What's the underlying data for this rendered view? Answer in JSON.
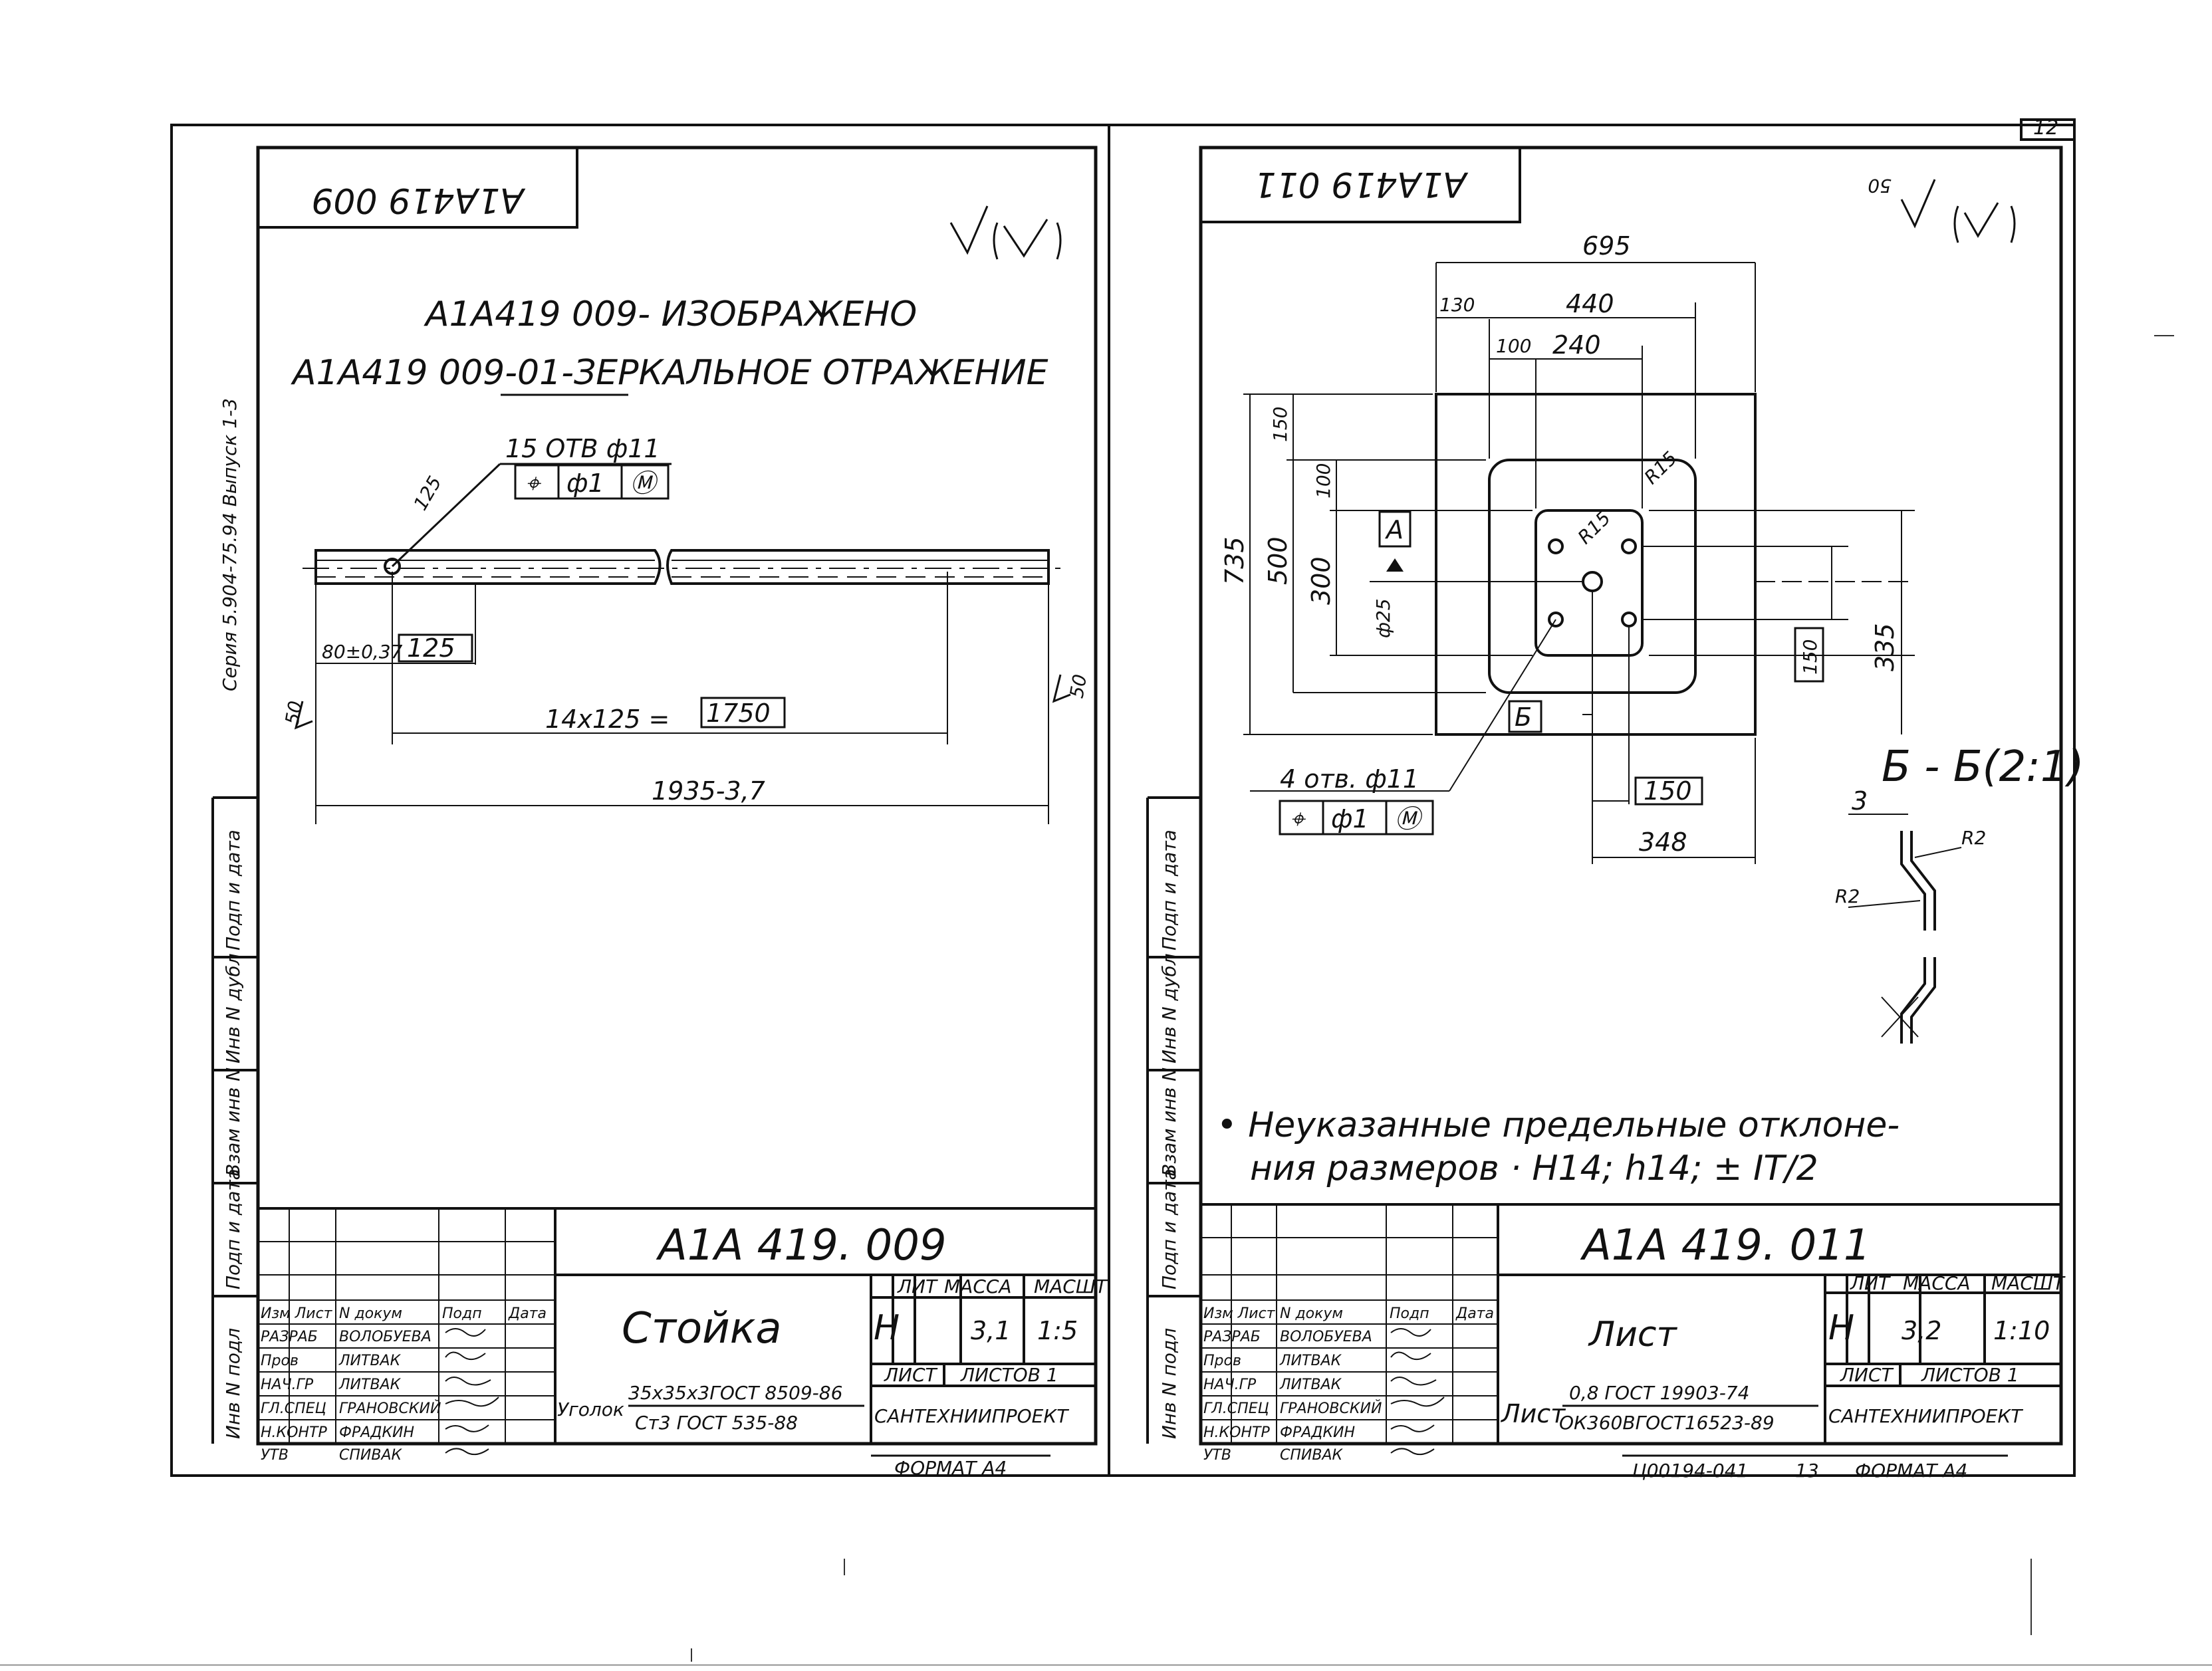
{
  "page_number": "12",
  "left": {
    "code_box": "А1А419 009",
    "roughness_label": "",
    "note_line1": "А1А419 009- ИЗОБРАЖЕНО",
    "note_line2": "А1А419 009-01-ЗЕРКАЛЬНОЕ ОТРАЖЕНИЕ",
    "holes_note": "15 ОТВ ф11",
    "tolerance": [
      "⌖",
      "ф1",
      "Ⓜ"
    ],
    "dim_125a": "125",
    "dim_80": "80±0,37",
    "dim_125b": "125",
    "dim_pitch": "14х125 =",
    "dim_1750": "1750",
    "dim_1935": "1935-3,7",
    "rough_50a": "50",
    "rough_50b": "50",
    "designation": "А1А 419. 009",
    "name": "Стойка",
    "material_prefix": "Уголок",
    "material_top": "35х35х3ГОСТ 8509-86",
    "material_bottom": "Ст3 ГОСТ 535-88",
    "lit": "Н",
    "mass": "3,1",
    "scale": "1:5",
    "org": "САНТЕХНИИПРОЕКТ",
    "sheet_label": "ЛИСТ",
    "sheets_label": "ЛИСТОВ 1",
    "col_lit": "ЛИТ",
    "col_mass": "МАССА",
    "col_scale": "МАСШТ",
    "format": "ФОРМАТ А4",
    "stamp_rows": [
      {
        "role": "Изм Лист",
        "name": "N докум",
        "sig": "Подп",
        "date": "Дата"
      },
      {
        "role": "РАЗРАБ",
        "name": "ВОЛОБУЕВА",
        "sig": "",
        "date": ""
      },
      {
        "role": "Пров",
        "name": "ЛИТВАК",
        "sig": "",
        "date": ""
      },
      {
        "role": "НАЧ.ГР",
        "name": "ЛИТВАК",
        "sig": "",
        "date": ""
      },
      {
        "role": "ГЛ.СПЕЦ",
        "name": "ГРАНОВСКИЙ",
        "sig": "",
        "date": ""
      },
      {
        "role": "Н.КОНТР",
        "name": "ФРАДКИН",
        "sig": "",
        "date": ""
      },
      {
        "role": "УТВ",
        "name": "СПИВАК",
        "sig": "",
        "date": ""
      }
    ],
    "side_series": "Серия 5.904-75.94  Выпуск 1-3",
    "side_labels": [
      "Подп и дата",
      "Инв N дубл",
      "Взам инв N",
      "Подп и дата",
      "Инв N подл"
    ]
  },
  "right": {
    "code_box": "А1А419 011",
    "roughness_label": "50",
    "dim_695": "695",
    "dim_130": "130",
    "dim_440": "440",
    "dim_100": "100",
    "dim_240": "240",
    "dim_735": "735",
    "dim_150v": "150",
    "dim_500": "500",
    "dim_100v": "100",
    "dim_300": "300",
    "dim_25": "ф25",
    "r15a": "R15",
    "r15b": "R15",
    "view_a": "А",
    "section_b": "Б",
    "dim_150r": "150",
    "dim_335": "335",
    "holes_note": "4 отв. ф11",
    "tolerance": [
      "⌖",
      "ф1",
      "Ⓜ"
    ],
    "dim_150b": "150",
    "dim_348": "348",
    "section_title": "Б - Б(2:1)",
    "sec_3": "3",
    "sec_r2a": "R2",
    "sec_r2b": "R2",
    "note_line1": "• Неуказанные предельные отклоне-",
    "note_line2": "ния размеров · Н14; h14; ± IT/2",
    "designation": "А1А 419. 011",
    "name": "Лист",
    "material_prefix": "Лист",
    "material_top": "0,8 ГОСТ 19903-74",
    "material_bottom": "ОК360ВГОСТ16523-89",
    "lit": "Н",
    "mass": "3,2",
    "scale": "1:10",
    "org": "САНТЕХНИИПРОЕКТ",
    "sheet_label": "ЛИСТ",
    "sheets_label": "ЛИСТОВ 1",
    "col_lit": "ЛИТ",
    "col_mass": "МАССА",
    "col_scale": "МАСШТ",
    "format": "ФОРМАТ А4",
    "footer_code": "Ц00194-041",
    "footer_page": "13",
    "stamp_rows": [
      {
        "role": "Изм Лист",
        "name": "N докум",
        "sig": "Подп",
        "date": "Дата"
      },
      {
        "role": "РАЗРАБ",
        "name": "ВОЛОБУЕВА",
        "sig": "",
        "date": ""
      },
      {
        "role": "Пров",
        "name": "ЛИТВАК",
        "sig": "",
        "date": ""
      },
      {
        "role": "НАЧ.ГР",
        "name": "ЛИТВАК",
        "sig": "",
        "date": ""
      },
      {
        "role": "ГЛ.СПЕЦ",
        "name": "ГРАНОВСКИЙ",
        "sig": "",
        "date": ""
      },
      {
        "role": "Н.КОНТР",
        "name": "ФРАДКИН",
        "sig": "",
        "date": ""
      },
      {
        "role": "УТВ",
        "name": "СПИВАК",
        "sig": "",
        "date": ""
      }
    ],
    "side_labels": [
      "Подп и дата",
      "Инв N дубл",
      "Взам инв N",
      "Подп и дата",
      "Инв N подл"
    ]
  }
}
